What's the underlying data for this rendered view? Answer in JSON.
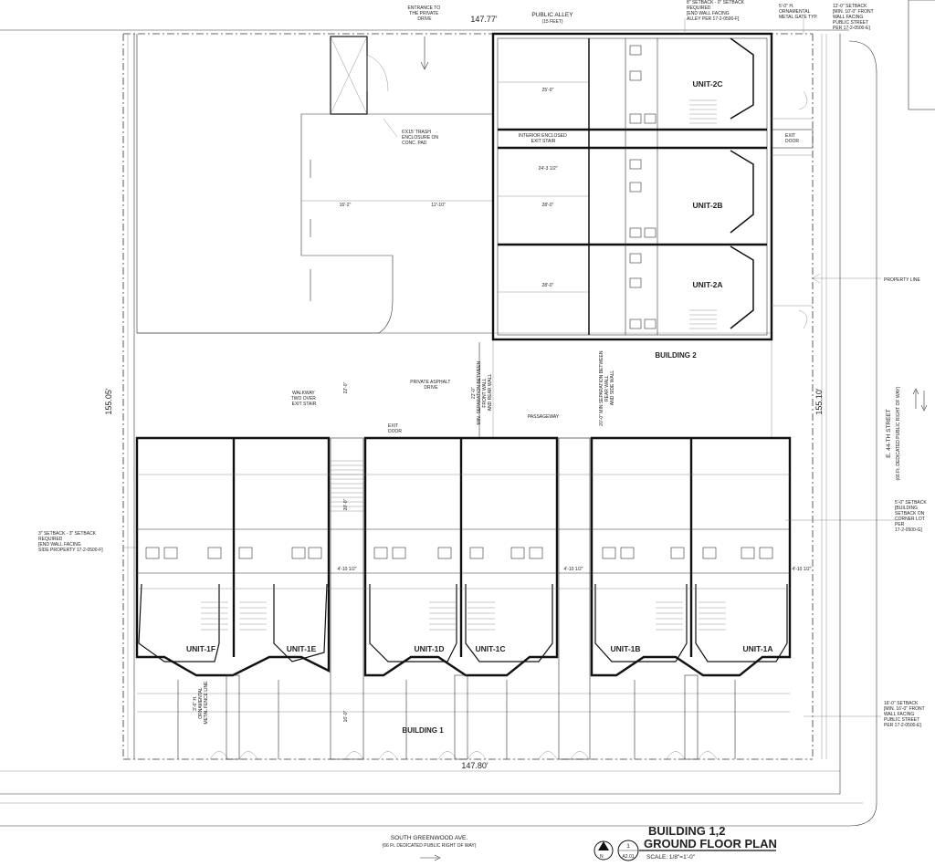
{
  "streets": {
    "public_alley": "PUBLIC ALLEY",
    "public_alley_sub": "(15 FEET)",
    "east_street": "E. 44-TH STREET",
    "east_street_sub": "(66 Ft. DEDICATED PUBLIC RIGHT OF WAY)",
    "south_street": "SOUTH GREENWOOD AVE.",
    "south_street_sub": "(66 Ft. DEDICATED PUBLIC RIGHT OF WAY)"
  },
  "dimensions": {
    "top": "147.77'",
    "bottom": "147.80'",
    "left": "155.05'",
    "right": "155.10'",
    "drive_a": "16'-2\"",
    "drive_b": "12'-10\"",
    "unit_depth_a": "25'-0\"",
    "unit_depth_b": "24'-3 1/2\"",
    "unit_depth_c": "28'-0\"",
    "unit_depth_d": "28'-0\"",
    "court_a": "22'-0\"",
    "court_b": "20'-0\"",
    "gap_a": "4'-10 1/2\"",
    "gap_b": "4'-10 1/2\"",
    "gap_c": "4'-10 1/2\"",
    "setback_south": "16'-0\""
  },
  "units": {
    "u2c": "UNIT-2C",
    "u2b": "UNIT-2B",
    "u2a": "UNIT-2A",
    "u1f": "UNIT-1F",
    "u1e": "UNIT-1E",
    "u1d": "UNIT-1D",
    "u1c": "UNIT-1C",
    "u1b": "UNIT-1B",
    "u1a": "UNIT-1A"
  },
  "buildings": {
    "b1": "BUILDING 1",
    "b2": "BUILDING 2"
  },
  "notes": {
    "entrance": [
      "ENTRANCE TO",
      "THE PRIVATE",
      "DRIVE"
    ],
    "trash": [
      "6'X15' TRASH",
      "ENCLOSURE ON",
      "CONC. PAD"
    ],
    "interior_stair": [
      "INTERIOR ENCLOSED",
      "EXIT STAIR"
    ],
    "exit_2": [
      "EXIT",
      "DOOR"
    ],
    "exit_1": [
      "EXIT",
      "DOOR"
    ],
    "walkway": [
      "WALKWAY",
      "TWO OVER",
      "EXIT STAIR"
    ],
    "asphalt": [
      "PRIVATE ASPHALT",
      "DRIVE"
    ],
    "passage": "PASSAGEWAY",
    "separation_1": [
      "22'-0\"",
      "MIN. SEPARATION BETWEEN",
      "FRONT WALL",
      "AND REAR WALL"
    ],
    "separation_2": [
      "20'-0\" MIN SEPARATION BETWEEN",
      "REAR WALL",
      "AND SIDE WALL"
    ],
    "property_line": "PROPERTY LINE",
    "setback_top": [
      "8\" SETBACK - 0\" SETBACK",
      "REQUIRED",
      "[END WALL FACING",
      "ALLEY PER 17-2-0500-F]"
    ],
    "setback_ornamental": [
      "5'-0\" H.",
      "ORNAMENTAL",
      "METAL GATE TYP."
    ],
    "setback_front_top": [
      "12'-0\" SETBACK",
      "[MIN. 10'-0\" FRONT",
      "WALL FACING",
      "PUBLIC STREET",
      "PER 17-2-0500-E]"
    ],
    "setback_left": [
      "3\" SETBACK - 3\" SETBACK",
      "REQUIRED",
      "[END WALL FACING",
      "SIDE PROPERTY 17-2-0500-F]"
    ],
    "setback_corner": [
      "5'-0\" SETBACK",
      "[BUILDING",
      "SETBACK ON",
      "CORNER LOT",
      "PER",
      "17-2-0500-G]"
    ],
    "setback_front_bottom": [
      "16'-0\" SETBACK",
      "[MIN. 16'-0\" FRONT",
      "WALL FACING",
      "PUBLIC STREET",
      "PER 17-2-0500-E]"
    ],
    "fence_note": [
      "3'-6\" H.",
      "ORNAMENTAL",
      "METAL FENCE LINE"
    ]
  },
  "title_block": {
    "number": "1",
    "sheet": "A2.01",
    "title_1": "BUILDING 1,2",
    "title_2": "GROUND FLOOR PLAN",
    "scale": "SCALE: 1/8\"=1'-0\""
  },
  "icons": {
    "north_arrow": "north-arrow-icon"
  }
}
